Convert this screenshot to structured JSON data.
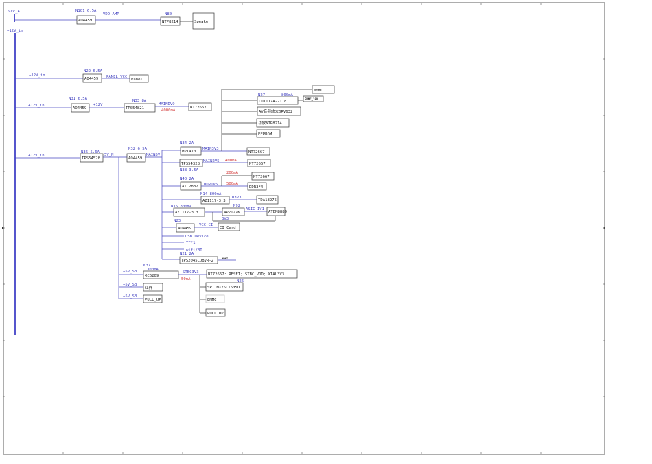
{
  "labels": {
    "vcc_a": "Vcc_A",
    "v12_top": "+12V_in",
    "v12_panel": "+12V_in",
    "v12_n31": "+12V_in",
    "v12_n36": "+12V_in",
    "n101": "N101 6.5A",
    "vdd_amp": "VDD_AMP",
    "n80": "N80",
    "n22": "N22  6.5A",
    "panel_vcc": "PANEL_VCC",
    "n31": "N31  6.5A",
    "plus12v": "+12V",
    "n33": "N33   8A",
    "mainvd9": "MAINDV9",
    "i4000": "4000mA",
    "n27": "N27",
    "i800_n27": "800mA",
    "emmc_18v": "EMMC_18V",
    "n36": "N36   5.6A",
    "v5n": "5V_N",
    "n32": "N32  6.5A",
    "main5v": "MAIN5V",
    "n34": "N34   2A",
    "main3v3": "MAIN3V3",
    "n38": "N38 3.5A",
    "main2v5": "MAIN2V5",
    "i400": "400mA",
    "n40": "N40  2A",
    "ddr1v5": "DDR1V5",
    "i200": "200mA",
    "i500": "500mA",
    "n14": "N14 800mA",
    "d3v3": "D3V3",
    "n15": "N15 800mA",
    "n92": "N92",
    "asic_1v1": "ASIC_1V1",
    "a3v3": "3V3",
    "n23": "N23",
    "vcc_ci": "VCC_CI",
    "usb_device": "USB Device",
    "tf1": "TF*1",
    "wifi_bt": "wifi/BT",
    "n21": "N21  2A",
    "hdmi": "HDMI",
    "n37": "N37",
    "i300": "300mA",
    "v5sb_1": "+5V_SB",
    "v5sb_2": "+5V_SB",
    "v5sb_3": "+5V_SB",
    "stbc3v3": "STBC3V3",
    "i50": "50mA",
    "n26": "N26"
  },
  "boxes": {
    "ao4459_n101": "AO4459",
    "ntp8214_n80": "NTP8214",
    "speaker": "Speaker",
    "ao4459_n22": "AO4459",
    "panel": "Panel",
    "ao4459_n31": "AO4459",
    "tps54821": "TPS54821",
    "nt72667_9v": "NT72667",
    "emmc_top": "eMMC",
    "ld1117": "LD1117A--1.8",
    "av_amp": "AV音频放大DRV632",
    "amp_ntp8214": "功放NTP8214",
    "eeprom": "EEPROM",
    "tps54528": "TPS54528",
    "ao4459_n32": "AO4459",
    "mp1470": "MP1470",
    "nt72667_3v3": "NT72667",
    "tps54328": "TPS54328",
    "nt72667_2v5": "NT72667",
    "aic2882": "AIC2882",
    "nt72667_1v5": "NT72667",
    "ddr3x4": "DDR3*4",
    "az1117_n14": "AZ1117-3.3",
    "tda18275": "TDA18275",
    "az1117_n15": "AZ1117-3.3",
    "ap2127k": "AP2127K",
    "atbm8880": "ATBM8880",
    "ao4459_n23": "AO4459",
    "ci_card": "CI Card",
    "tps2045": "TPS2045CDBVR-2",
    "xc6209": "XC6209",
    "nt72667_stbc": "NT72667: RESET; STBC_VDD; XTAL3V3...",
    "spi_flash": "SPI MX25L1605D",
    "emmc_bottom": "EMMC",
    "pull_up_1": "PULL UP",
    "ir": "红外",
    "pull_up_2": "PULL_UP"
  },
  "colors": {
    "wire": "#4848c0",
    "rail": "#2b2bbf",
    "current_text": "#d23a3a",
    "net_text": "#3e3ebf",
    "box_stroke": "#333333"
  }
}
